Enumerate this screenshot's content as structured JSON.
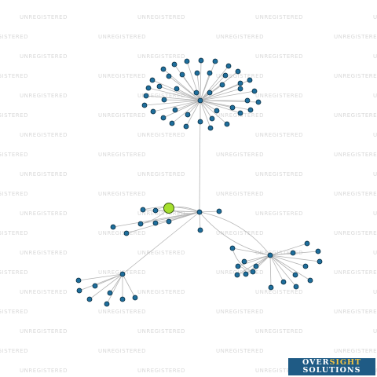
{
  "watermark": {
    "text": "UNREGISTERED"
  },
  "network": {
    "node_color": "#1e6e9c",
    "highlight_color": "#a6e02e",
    "edge_color": "#b4b4b4",
    "hub_count": 4,
    "leaf_node_count": 95,
    "highlighted_node_count": 1
  },
  "logo": {
    "line1_a": "OVER",
    "line1_b": "SIGHT",
    "line2": "SOLUTIONS",
    "bg_color": "#1f5b85",
    "accent_color": "#f5c542"
  }
}
